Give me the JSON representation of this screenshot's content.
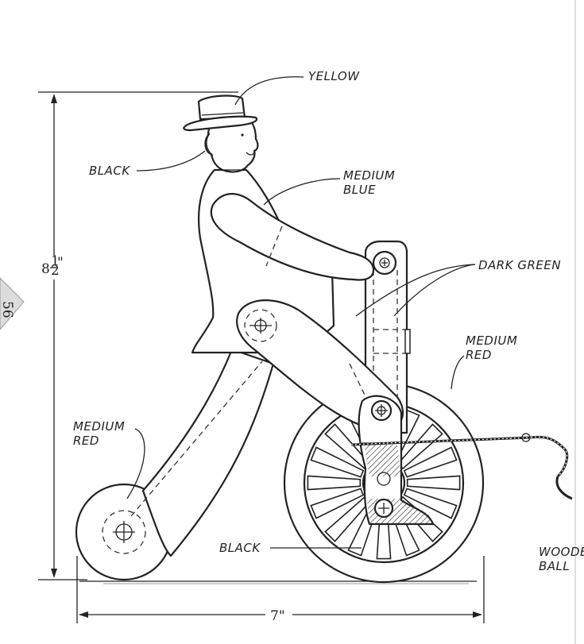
{
  "labels": {
    "hat": "YELLOW",
    "hair": "BLACK",
    "shirt_line1": "MEDIUM",
    "shirt_line2": "BLUE",
    "frame": "DARK GREEN",
    "big_wheel_line1": "MEDIUM",
    "big_wheel_line2": "RED",
    "small_wheel_line1": "MEDIUM",
    "small_wheel_line2": "RED",
    "boot": "BLACK",
    "ball_line1": "WOODEN",
    "ball_line2": "BALL"
  },
  "dimensions": {
    "height_whole": "8",
    "height_fraction_num": "1",
    "height_fraction_den": "2",
    "height_inch_mark": "\"",
    "width": "7\""
  },
  "page_tab": "56",
  "colors": {
    "ink": "#222222",
    "paper": "#ffffff",
    "tab_fill": "#dcdcdc"
  }
}
